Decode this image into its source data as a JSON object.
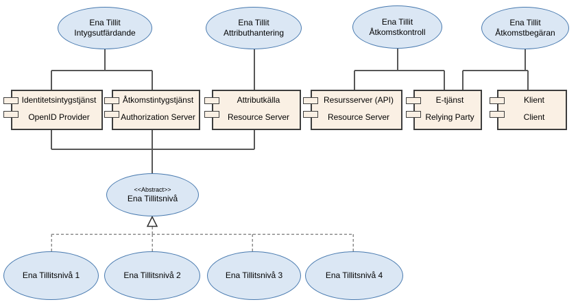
{
  "colors": {
    "usecase_fill": "#dbe7f4",
    "usecase_border": "#4678ae",
    "component_fill": "#faf0e4",
    "component_border": "#3c3c3c",
    "connector": "#565656",
    "dashed_connector": "#8c8c8c"
  },
  "usecases": [
    {
      "line1": "Ena Tillit",
      "line2": "Intygsutfärdande"
    },
    {
      "line1": "Ena Tillit",
      "line2": "Attributhantering"
    },
    {
      "line1": "Ena Tillit",
      "line2": "Åtkomstkontroll"
    },
    {
      "line1": "Ena Tillit",
      "line2": "Åtkomstbegäran"
    }
  ],
  "components": [
    {
      "line1": "Identitetsintygstjänst",
      "line2": "OpenID Provider"
    },
    {
      "line1": "Åtkomstintygstjänst",
      "line2": "Authorization Server"
    },
    {
      "line1": "Attributkälla",
      "line2": "Resource Server"
    },
    {
      "line1": "Resursserver (API)",
      "line2": "Resource Server"
    },
    {
      "line1": "E-tjänst",
      "line2": "Relying Party"
    },
    {
      "line1": "Klient",
      "line2": "Client"
    }
  ],
  "abstract": {
    "stereotype": "<<Abstract>>",
    "label": "Ena Tillitsnivå"
  },
  "levels": [
    {
      "label": "Ena Tillitsnivå 1"
    },
    {
      "label": "Ena Tillitsnivå 2"
    },
    {
      "label": "Ena Tillitsnivå 3"
    },
    {
      "label": "Ena Tillitsnivå 4"
    }
  ]
}
